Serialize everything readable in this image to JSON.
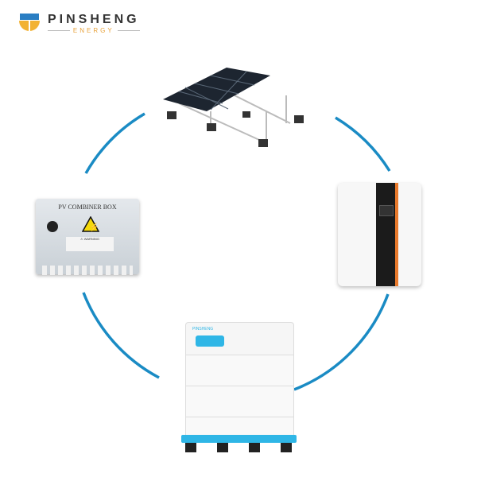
{
  "logo": {
    "brand": "PINSHENG",
    "sub": "ENERGY"
  },
  "combiner": {
    "title": "PV COMBINER BOX",
    "label": "⚠ WARNING"
  },
  "battery": {
    "brand": "PINSHENG"
  },
  "colors": {
    "arc": "#1a8bc4",
    "accent": "#2fb6e6",
    "logo_blue": "#2a7ec3",
    "logo_yellow": "#f2b233"
  }
}
